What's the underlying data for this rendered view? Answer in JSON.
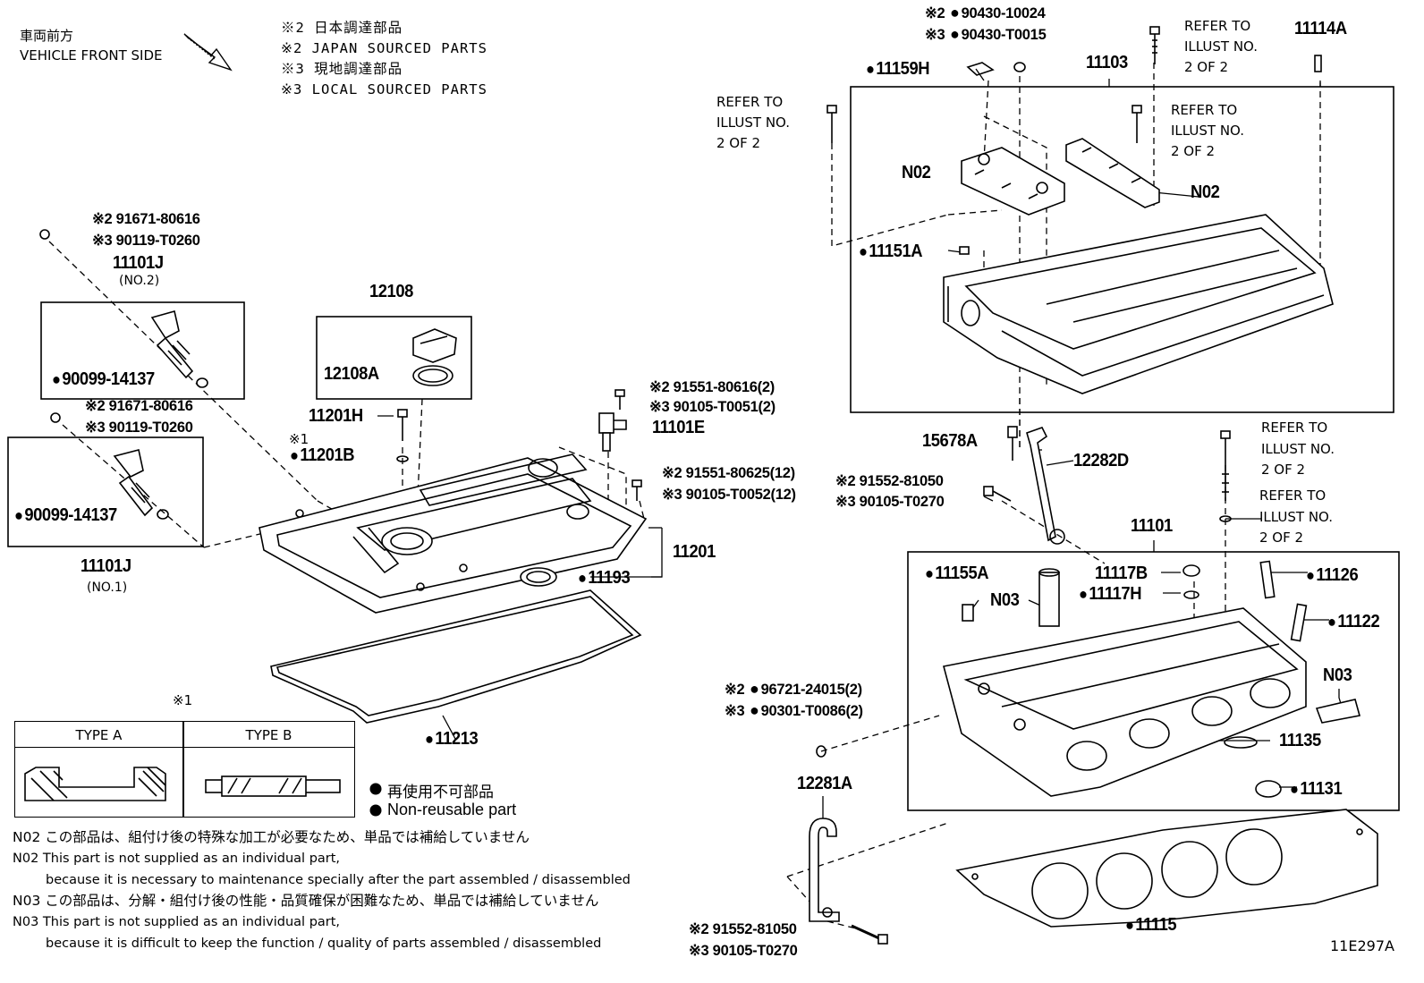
{
  "header": {
    "front_jp": "車両前方",
    "front_en": "VEHICLE FRONT SIDE",
    "note1_jp": "※2 日本調達部品",
    "note1_en": "※2 JAPAN SOURCED PARTS",
    "note2_jp": "※3 現地調達部品",
    "note2_en": "※3 LOCAL SOURCED PARTS"
  },
  "parts": {
    "p91671_a": "※2 91671-80616",
    "p90119_a": "※3 90119-T0260",
    "p11101J_top": "11101J",
    "p11101J_top_sub": "(NO.2)",
    "p90099_a": "90099-14137",
    "p91671_b": "※2 91671-80616",
    "p90119_b": "※3 90119-T0260",
    "p90099_b": "90099-14137",
    "p11101J_bot": "11101J",
    "p11101J_bot_sub": "(NO.1)",
    "p12108": "12108",
    "p12108A": "12108A",
    "p11201H": "11201H",
    "p_mark1": "※1",
    "p11201B": "11201B",
    "p91551_a": "※2 91551-80616(2)",
    "p90105_a": "※3 90105-T0051(2)",
    "p11101E": "11101E",
    "p91551_b": "※2 91551-80625(12)",
    "p90105_b": "※3 90105-T0052(12)",
    "p11201": "11201",
    "p11193": "11193",
    "p11213": "11213",
    "p90430_a": "※2",
    "p90430_a_num": "90430-10024",
    "p90430_b": "※3",
    "p90430_b_num": "90430-T0015",
    "p11159H": "11159H",
    "p11103": "11103",
    "p11114A": "11114A",
    "refer_top_1": "REFER TO",
    "refer_top_2": "ILLUST NO.",
    "refer_top_3": "2 OF 2",
    "refer_left_1": "REFER TO",
    "refer_left_2": "ILLUST NO.",
    "refer_left_3": "2 OF 2",
    "refer_mid_1": "REFER TO",
    "refer_mid_2": "ILLUST NO.",
    "refer_mid_3": "2 OF 2",
    "pN02_a": "N02",
    "pN02_b": "N02",
    "p11151A": "11151A",
    "p15678A": "15678A",
    "p12282D": "12282D",
    "p91552_a": "※2 91552-81050",
    "p90105_c": "※3 90105-T0270",
    "refer_r1_1": "REFER TO",
    "refer_r1_2": "ILLUST NO.",
    "refer_r1_3": "2 OF 2",
    "refer_r2_1": "REFER TO",
    "refer_r2_2": "ILLUST NO.",
    "refer_r2_3": "2 OF 2",
    "p11101": "11101",
    "p11155A": "11155A",
    "pN03_a": "N03",
    "p11117B": "11117B",
    "p11117H": "11117H",
    "p11126": "11126",
    "p11122": "11122",
    "pN03_b": "N03",
    "p96721": "※2",
    "p96721_num": "96721-24015(2)",
    "p90301": "※3",
    "p90301_num": "90301-T0086(2)",
    "p12281A": "12281A",
    "p11135": "11135",
    "p11131": "11131",
    "p11115": "11115",
    "p91552_b": "※2 91552-81050",
    "p90105_d": "※3 90105-T0270",
    "diagram_id": "11E297A"
  },
  "type_table": {
    "mark": "※1",
    "type_a": "TYPE A",
    "type_b": "TYPE B"
  },
  "legend": {
    "nonreuse_jp": "再使用不可部品",
    "nonreuse_en": "Non-reusable part"
  },
  "footnotes": {
    "n02_jp": "N02 この部品は、組付け後の特殊な加工が必要なため、単品では補給していません",
    "n02_en_1": "N02 This part is not supplied as an individual part,",
    "n02_en_2": "because it is necessary to maintenance specially after the part assembled / disassembled",
    "n03_jp": "N03 この部品は、分解・組付け後の性能・品質確保が困難なため、単品では補給していません",
    "n03_en_1": "N03 This part is not supplied as an individual part,",
    "n03_en_2": "because it is difficult to keep the function / quality of parts assembled / disassembled"
  }
}
